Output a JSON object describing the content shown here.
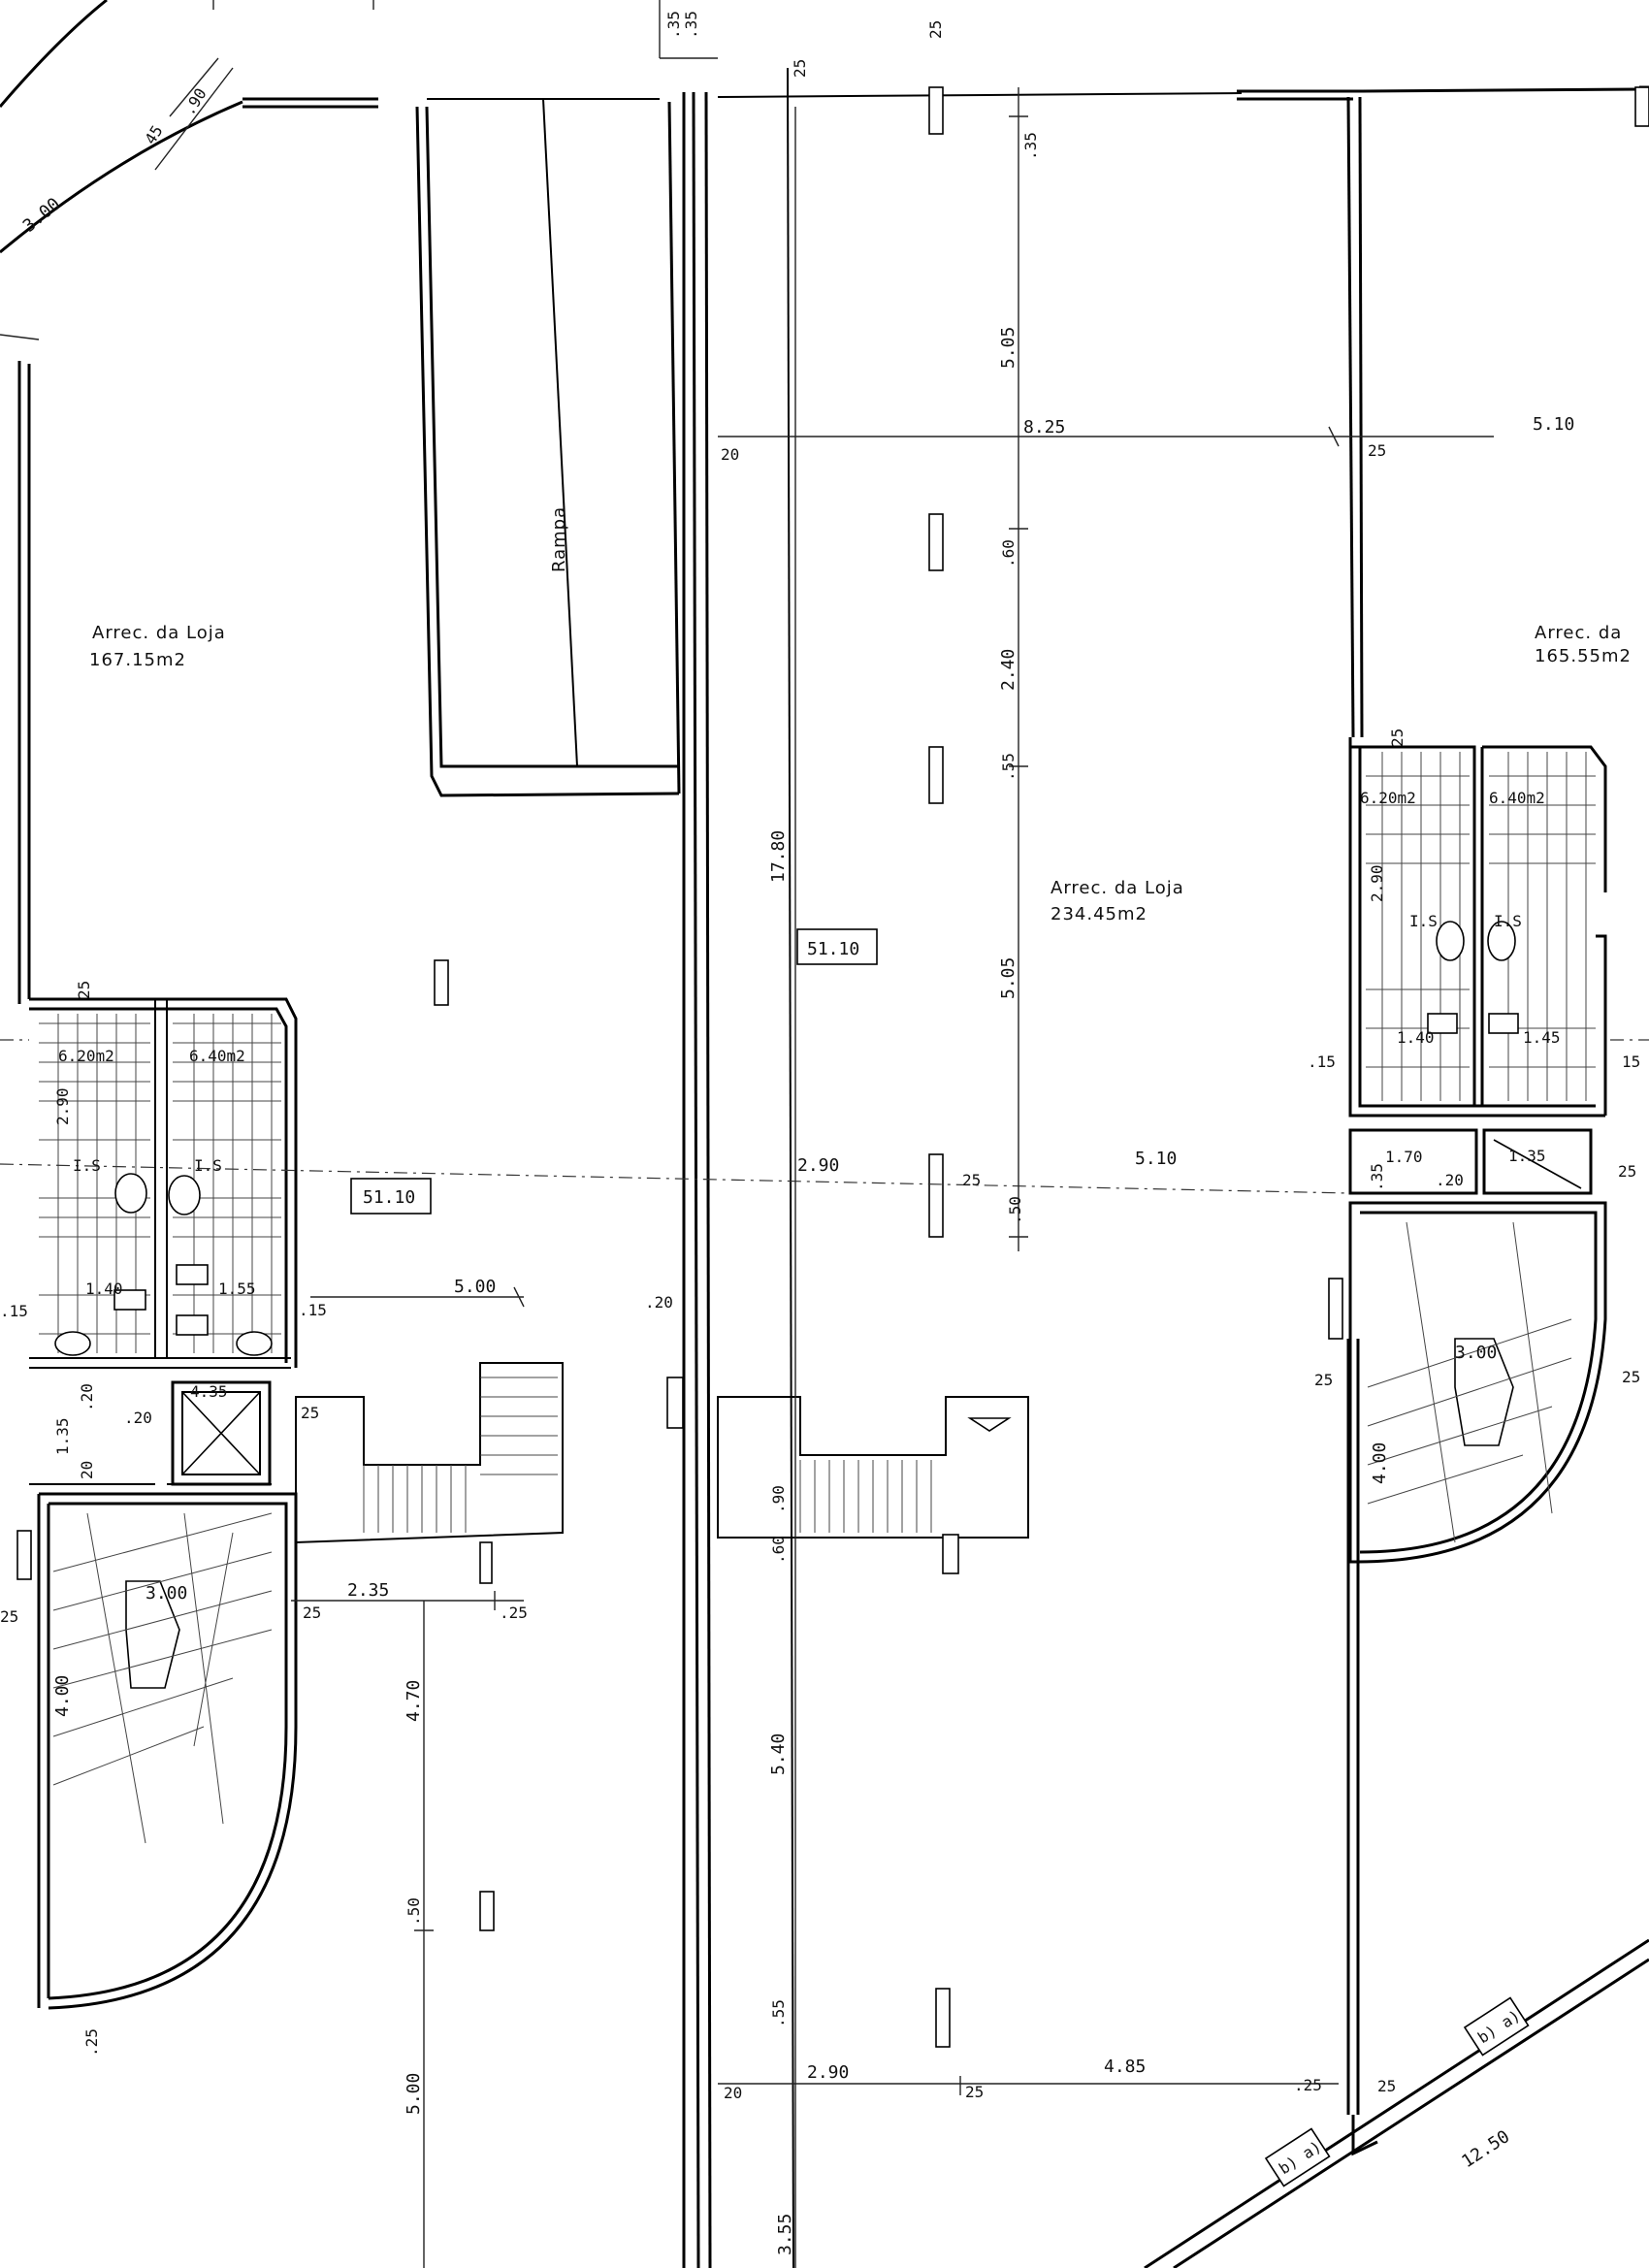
{
  "rooms": {
    "left": {
      "name": "Arrec. da Loja",
      "area": "167.15m2"
    },
    "center": {
      "name": "Arrec. da Loja",
      "area": "234.45m2"
    },
    "right": {
      "name": "Arrec. da",
      "area": "165.55m2"
    }
  },
  "ramp": "Rampa",
  "wc": {
    "left_a": "6.20m2",
    "left_b": "6.40m2",
    "right_a": "6.20m2",
    "right_b": "6.40m2",
    "is": "I.S",
    "left_1_40": "1.40",
    "left_1_55": "1.55",
    "right_1_40": "1.40",
    "right_1_45": "1.45"
  },
  "tags": {
    "grid_left": "51.10",
    "grid_center": "51.10",
    "ba_1": "b) a)",
    "ba_2": "b) a)"
  },
  "dimensions": {
    "d3_00_top": "3.00",
    "d45": "45",
    "d90": ".90",
    "d25_top_a": "25",
    "d35_top": ".35\n.35",
    "d25_top_b": "25",
    "d35_v": ".35",
    "d5_05_a": "5.05",
    "d8_25": "8.25",
    "d25_r1": "25",
    "d5_10_r": "5.10",
    "d20_c": "20",
    "d60": ".60",
    "d2_40": "2.40",
    "d55": ".55",
    "d17_80": "17.80",
    "d5_05_b": "5.05",
    "d25_r2": "25",
    "d2_90_l": "2.90",
    "d15_l": ".15",
    "d1_35_l": "1.35",
    "d20_l1": ".20",
    "d20_l2": ".20",
    "d20_l3": "20",
    "d4_35": "4.35",
    "d25_l1": "25",
    "d15_l2": ".15",
    "d5_00_h": "5.00",
    "d20_w": ".20",
    "d2_90_c": "2.90",
    "d25_c": "25",
    "d50_c": ".50",
    "d5_10_c": "5.10",
    "d1_70": "1.70",
    "d20_r": ".20",
    "d1_35_r": "1.35",
    "d35_r": ".35",
    "d15_r1": ".15",
    "d15_r2": "15",
    "d25_r3": "25",
    "d3_00_r": "3.00",
    "d4_00_r": "4.00",
    "d25_r4": "25",
    "d3_00_l": "3.00",
    "d4_00_l": "4.00",
    "d2_35": "2.35",
    "d25_l2": "25",
    "d25_l3": "25",
    "d25_l4": ".25",
    "d4_70": "4.70",
    "d90_c": ".90",
    "d60_c": ".60",
    "d5_40": "5.40",
    "d25_l5": ".25",
    "d50_l": ".50",
    "d5_00_v": "5.00",
    "d55_b": ".55",
    "d2_90_b": "2.90",
    "d25_b": "25",
    "d4_85": "4.85",
    "d20_b": "20",
    "d3_55": "3.55",
    "d25_br1": ".25",
    "d25_br2": "25",
    "d12_50": "12.50",
    "d25_l0": "25",
    "d25_rtop": "25",
    "d15_rr": ".15",
    "d25_rr": "25"
  }
}
